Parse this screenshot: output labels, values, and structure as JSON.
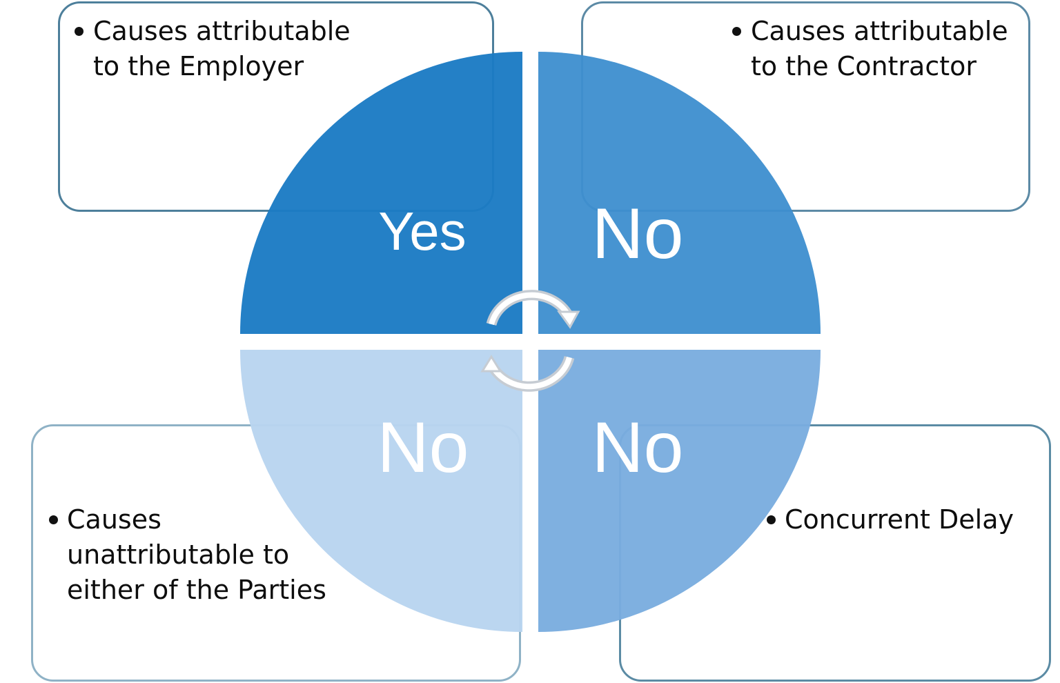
{
  "quadrants": [
    {
      "id": "top-left",
      "label": "Yes",
      "description": "Causes attributable to the Employer",
      "color": "#1b7bc4"
    },
    {
      "id": "top-right",
      "label": "No",
      "description": "Causes attributable to the Contractor",
      "color": "#3d8ecf"
    },
    {
      "id": "bottom-left",
      "label": "No",
      "description": "Causes unattributable to either of the Parties",
      "color": "#b8d4ef"
    },
    {
      "id": "bottom-right",
      "label": "No",
      "description": "Concurrent Delay",
      "color": "#7aaddf"
    }
  ],
  "cycle_icon": "circular-arrows-icon"
}
